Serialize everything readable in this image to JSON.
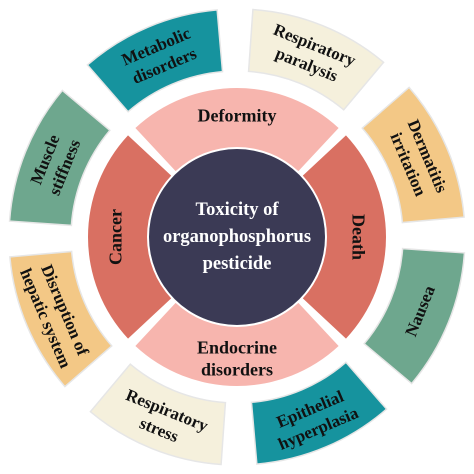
{
  "center": {
    "lines": [
      "Toxicity of",
      "organophosphorus",
      "pesticide"
    ],
    "color": "#3b3a55"
  },
  "middle_ring": [
    {
      "lines": [
        "Deformity"
      ],
      "color": "#f7b5ae"
    },
    {
      "lines": [
        "Death"
      ],
      "color": "#d97062"
    },
    {
      "lines": [
        "Endocrine",
        "disorders"
      ],
      "color": "#f7b5ae"
    },
    {
      "lines": [
        "Cancer"
      ],
      "color": "#d97062"
    }
  ],
  "outer_ring": [
    {
      "lines": [
        "Metabolic",
        "disorders"
      ],
      "color": "#16939e",
      "light_text": false
    },
    {
      "lines": [
        "Respiratory",
        "paralysis"
      ],
      "color": "#f5f0dc",
      "light_text": false
    },
    {
      "lines": [
        "Dermatitis",
        "irritation"
      ],
      "color": "#f3c886",
      "light_text": false
    },
    {
      "lines": [
        "Nausea"
      ],
      "color": "#6ea78e",
      "light_text": false
    },
    {
      "lines": [
        "Epithelial",
        "hyperplasia"
      ],
      "color": "#16939e",
      "light_text": false
    },
    {
      "lines": [
        "Respiratory",
        "stress"
      ],
      "color": "#f5f0dc",
      "light_text": false
    },
    {
      "lines": [
        "Disruption of",
        "hepatic system"
      ],
      "color": "#f3c886",
      "light_text": false
    },
    {
      "lines": [
        "Muscle",
        "stiffness"
      ],
      "color": "#6ea78e",
      "light_text": false
    }
  ],
  "colors": {
    "outer_border": "#e6e6e6",
    "gap": "#ffffff"
  }
}
